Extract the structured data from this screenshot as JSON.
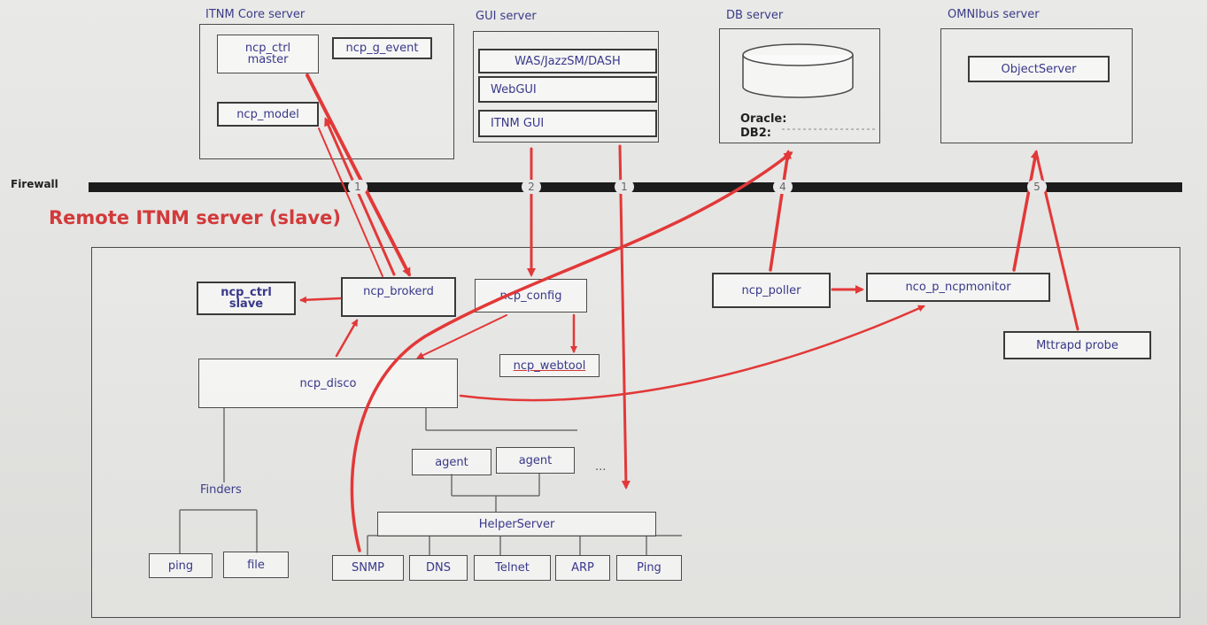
{
  "servers": {
    "core": {
      "title": "ITNM Core server",
      "ctrl_master": "ncp_ctrl\nmaster",
      "g_event": "ncp_g_event",
      "model": "ncp_model"
    },
    "gui": {
      "title": "GUI server",
      "was": "WAS/JazzSM/DASH",
      "webgui": "WebGUI",
      "itnm_gui": "ITNM GUI"
    },
    "db": {
      "title": "DB server",
      "oracle": "Oracle:",
      "db2": "DB2:"
    },
    "omnibus": {
      "title": "OMNIbus server",
      "objectserver": "ObjectServer"
    }
  },
  "firewall": {
    "label": "Firewall",
    "numbers": [
      "1",
      "2",
      "1",
      "4",
      "5"
    ]
  },
  "remote": {
    "title": "Remote ITNM server (slave)",
    "ctrl_slave": "ncp_ctrl\nslave",
    "brokerd": "ncp_brokerd",
    "config": "ncp_config",
    "webtool": "ncp_webtool",
    "poller": "ncp_poller",
    "ncpmonitor": "nco_p_ncpmonitor",
    "mttrapd": "Mttrapd probe",
    "disco": "ncp_disco",
    "agent1": "agent",
    "agent2": "agent",
    "ellipsis": "...",
    "finders": "Finders",
    "ping": "ping",
    "file": "file",
    "helper": "HelperServer",
    "snmp": "SNMP",
    "dns": "DNS",
    "telnet": "Telnet",
    "arp": "ARP",
    "ping2": "Ping"
  },
  "colors": {
    "arrow": "#e23838",
    "line": "#555555",
    "label": "#38388a"
  }
}
